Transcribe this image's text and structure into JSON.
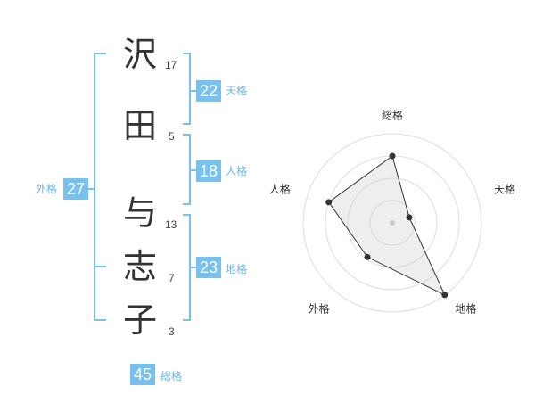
{
  "name": {
    "chars": [
      {
        "char": "沢",
        "strokes": "17"
      },
      {
        "char": "田",
        "strokes": "5"
      },
      {
        "char": "与",
        "strokes": "13"
      },
      {
        "char": "志",
        "strokes": "7"
      },
      {
        "char": "子",
        "strokes": "3"
      }
    ]
  },
  "fortunes": {
    "tenkaku": {
      "value": "22",
      "label": "天格"
    },
    "jinkaku": {
      "value": "18",
      "label": "人格"
    },
    "chikaku": {
      "value": "23",
      "label": "地格"
    },
    "gaikaku": {
      "value": "27",
      "label": "外格"
    },
    "soukaku": {
      "value": "45",
      "label": "総格"
    }
  },
  "colors": {
    "accent": "#78c0ee",
    "accent_text": "#6ab5e6",
    "text": "#333333"
  },
  "chart_data": {
    "type": "radar",
    "axes": [
      "総格",
      "天格",
      "地格",
      "外格",
      "人格"
    ],
    "levels": 4,
    "max": 4,
    "values": [
      3.0,
      0.8,
      4.0,
      1.9,
      3.0
    ]
  }
}
